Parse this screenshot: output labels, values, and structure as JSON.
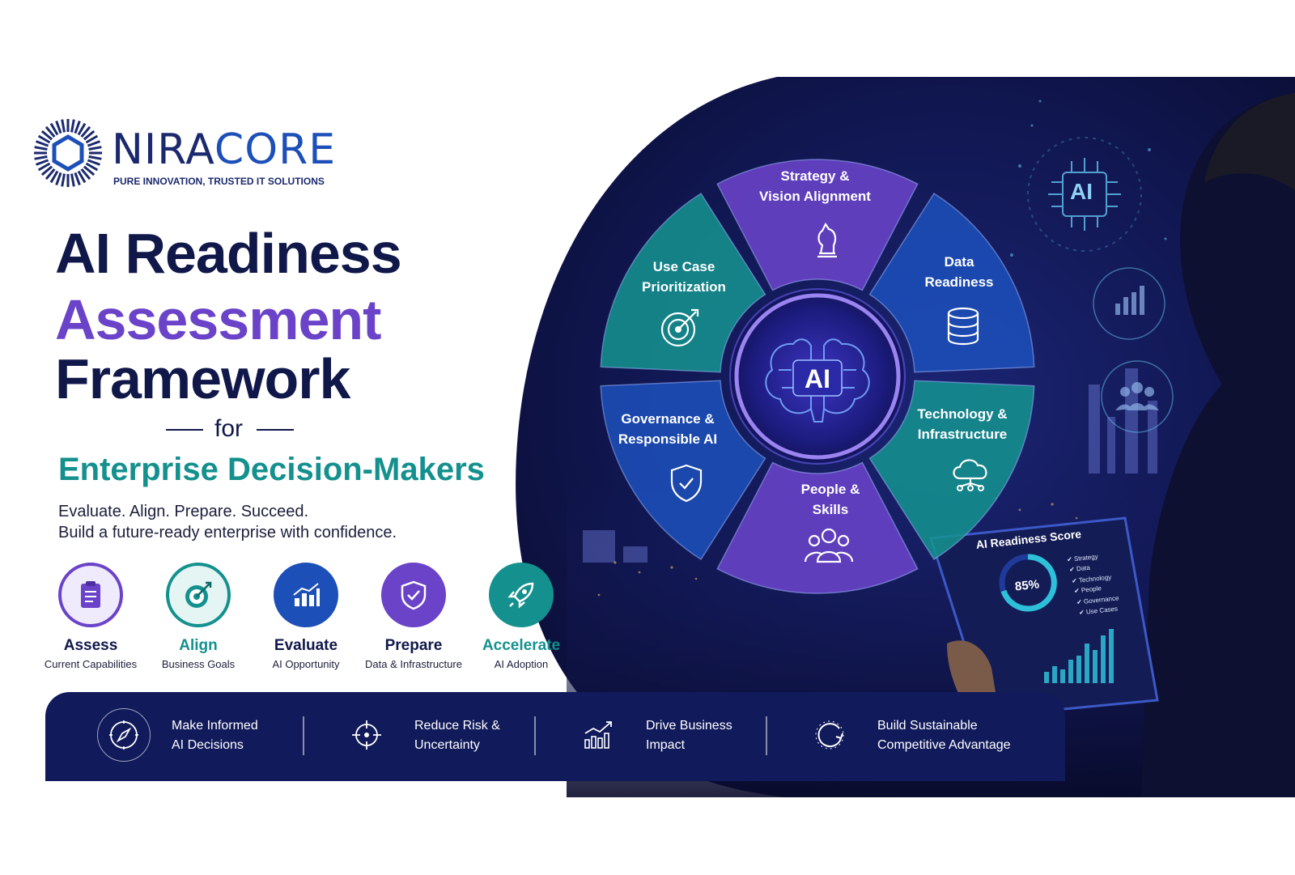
{
  "brand": {
    "name_part1": "NIRA",
    "name_part2": "CORE",
    "tagline": "PURE INNOVATION, TRUSTED IT SOLUTIONS"
  },
  "title": {
    "line1": "AI Readiness",
    "line2": "Assessment",
    "line3": "Framework",
    "connector": "for",
    "audience": "Enterprise Decision-Makers",
    "tagline1": "Evaluate. Align. Prepare. Succeed.",
    "tagline2": "Build a future-ready enterprise with confidence."
  },
  "steps": [
    {
      "label": "Assess",
      "sub": "Current Capabilities",
      "color": "#6a43c9",
      "icon": "clipboard-icon"
    },
    {
      "label": "Align",
      "sub": "Business Goals",
      "color": "#14918e",
      "icon": "target-icon"
    },
    {
      "label": "Evaluate",
      "sub": "AI Opportunity",
      "color": "#1d4fb8",
      "icon": "bar-chart-icon"
    },
    {
      "label": "Prepare",
      "sub": "Data & Infrastructure",
      "color": "#6a43c9",
      "icon": "shield-icon"
    },
    {
      "label": "Accelerate",
      "sub": "AI Adoption",
      "color": "#14918e",
      "icon": "rocket-icon"
    }
  ],
  "wheel": {
    "center": "AI",
    "segments": [
      {
        "label": "Strategy &\nVision Alignment",
        "icon": "chess-knight-icon",
        "color": "#6a43c9"
      },
      {
        "label": "Data\nReadiness",
        "icon": "database-icon",
        "color": "#1d4fb8"
      },
      {
        "label": "Technology &\nInfrastructure",
        "icon": "cloud-network-icon",
        "color": "#14918e"
      },
      {
        "label": "People &\nSkills",
        "icon": "people-icon",
        "color": "#6a43c9"
      },
      {
        "label": "Governance &\nResponsible AI",
        "icon": "shield-check-icon",
        "color": "#1d4fb8"
      },
      {
        "label": "Use Case\nPrioritization",
        "icon": "target-icon",
        "color": "#14918e"
      }
    ]
  },
  "chip_label": "AI",
  "score_card": {
    "title": "AI Readiness Score",
    "percent": "85%",
    "items": [
      "Strategy",
      "Data",
      "Technology",
      "People",
      "Governance",
      "Use Cases"
    ]
  },
  "benefits": [
    {
      "line1": "Make Informed",
      "line2": "AI Decisions",
      "icon": "compass-icon"
    },
    {
      "line1": "Reduce Risk &",
      "line2": "Uncertainty",
      "icon": "crosshair-icon"
    },
    {
      "line1": "Drive Business",
      "line2": "Impact",
      "icon": "growth-chart-icon"
    },
    {
      "line1": "Build Sustainable",
      "line2": "Competitive Advantage",
      "icon": "cycle-arrow-icon"
    }
  ]
}
